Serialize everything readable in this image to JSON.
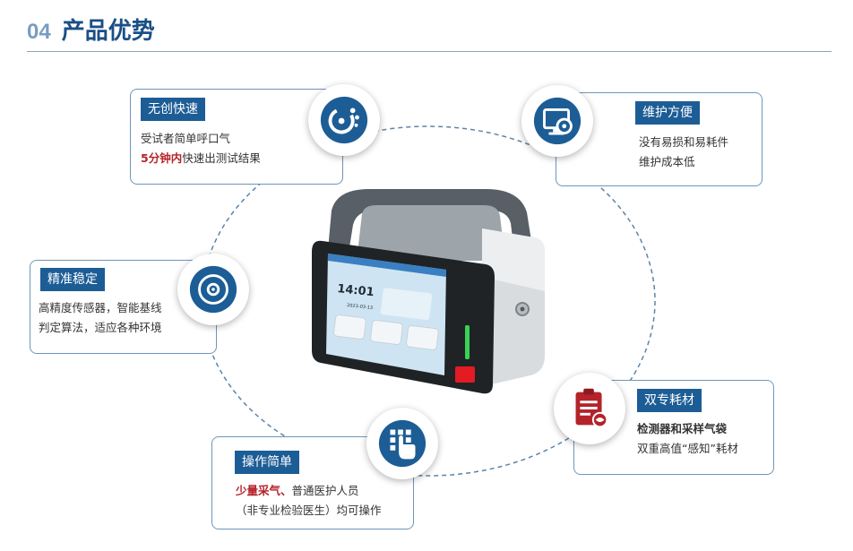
{
  "header": {
    "number": "04",
    "title": "产品优势"
  },
  "features": {
    "noninvasive": {
      "label": "无创快速",
      "line1": "受试者简单呼口气",
      "line2_highlight": "5分钟内",
      "line2_rest": "快速出测试结果",
      "icon": "speed-icon"
    },
    "maintenance": {
      "label": "维护方便",
      "line1": "没有易损和易耗件",
      "line2": "维护成本低",
      "icon": "monitor-gear-icon"
    },
    "accuracy": {
      "label": "精准稳定",
      "line1": "高精度传感器，智能基线",
      "line2": "判定算法，适应各种环境",
      "icon": "target-icon"
    },
    "consumables": {
      "label": "双专耗材",
      "line1_highlight": "检测器和采样气袋",
      "line2": "双重高值“感知”耗材",
      "icon": "clipboard-icon"
    },
    "operation": {
      "label": "操作简单",
      "line1_highlight": "少量采气、",
      "line1_rest": "普通医护人员",
      "line2": "（非专业检验医生）均可操作",
      "icon": "touch-keypad-icon"
    }
  },
  "device": {
    "time": "14:01",
    "date": "2023-03-13"
  },
  "colors": {
    "brand_blue": "#1d5d96",
    "accent_red": "#b4232a",
    "border_blue": "#6f95b8"
  }
}
